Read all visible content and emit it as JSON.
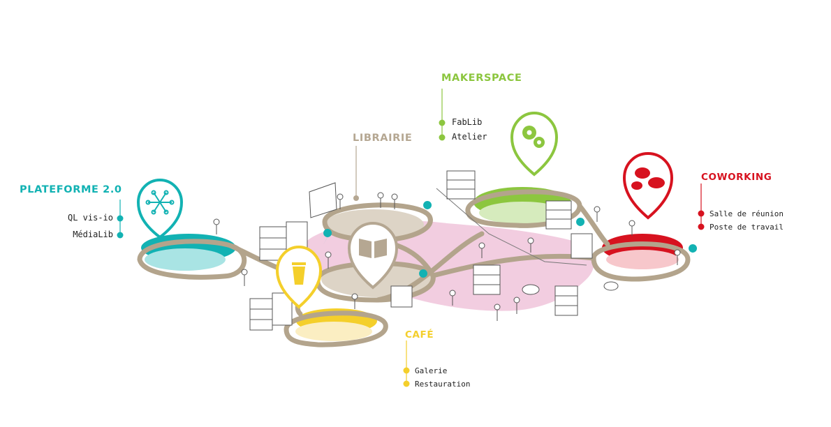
{
  "zones": {
    "plateforme": {
      "title": "PLATEFORME 2.0",
      "items": [
        "QL vis-io",
        "MédiaLib"
      ],
      "color": "#12b2b3"
    },
    "librairie": {
      "title": "LIBRAIRIE",
      "items": [],
      "color": "#b5a792"
    },
    "makerspace": {
      "title": "MAKERSPACE",
      "items": [
        "FabLib",
        "Atelier"
      ],
      "color": "#8cc63f"
    },
    "coworking": {
      "title": "COWORKING",
      "items": [
        "Salle de réunion",
        "Poste de travail"
      ],
      "color": "#d7121f"
    },
    "cafe": {
      "title": "CAFÉ",
      "items": [
        "Galerie",
        "Restauration"
      ],
      "color": "#f4cf2b"
    }
  },
  "colors": {
    "path": "#b3a48c",
    "pink_area": "#f2cde0",
    "sketch": "#555555"
  },
  "icons": {
    "plateforme": "network-snowflake-icon",
    "librairie": "open-book-icon",
    "makerspace": "gears-icon",
    "coworking": "speech-bubbles-icon",
    "cafe": "coffee-cup-icon"
  }
}
